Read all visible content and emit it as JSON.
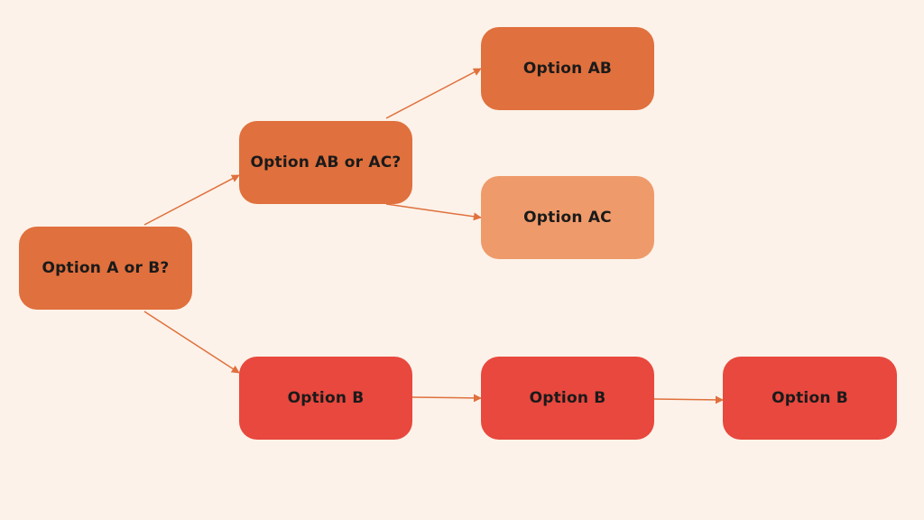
{
  "diagram": {
    "nodes": {
      "root": {
        "label": "Option A or B?",
        "color": "#e0703d"
      },
      "mid": {
        "label": "Option AB or AC?",
        "color": "#e0703d"
      },
      "ab": {
        "label": "Option AB",
        "color": "#e0703d"
      },
      "ac": {
        "label": "Option AC",
        "color": "#ef9a6a"
      },
      "b1": {
        "label": "Option B",
        "color": "#e8483e"
      },
      "b2": {
        "label": "Option B",
        "color": "#e8483e"
      },
      "b3": {
        "label": "Option B",
        "color": "#e8483e"
      }
    },
    "edges": [
      {
        "from": "root",
        "to": "mid"
      },
      {
        "from": "root",
        "to": "b1"
      },
      {
        "from": "mid",
        "to": "ab"
      },
      {
        "from": "mid",
        "to": "ac"
      },
      {
        "from": "b1",
        "to": "b2"
      },
      {
        "from": "b2",
        "to": "b3"
      }
    ],
    "arrow_color": "#e0703d",
    "background": "#fcf2e9"
  }
}
